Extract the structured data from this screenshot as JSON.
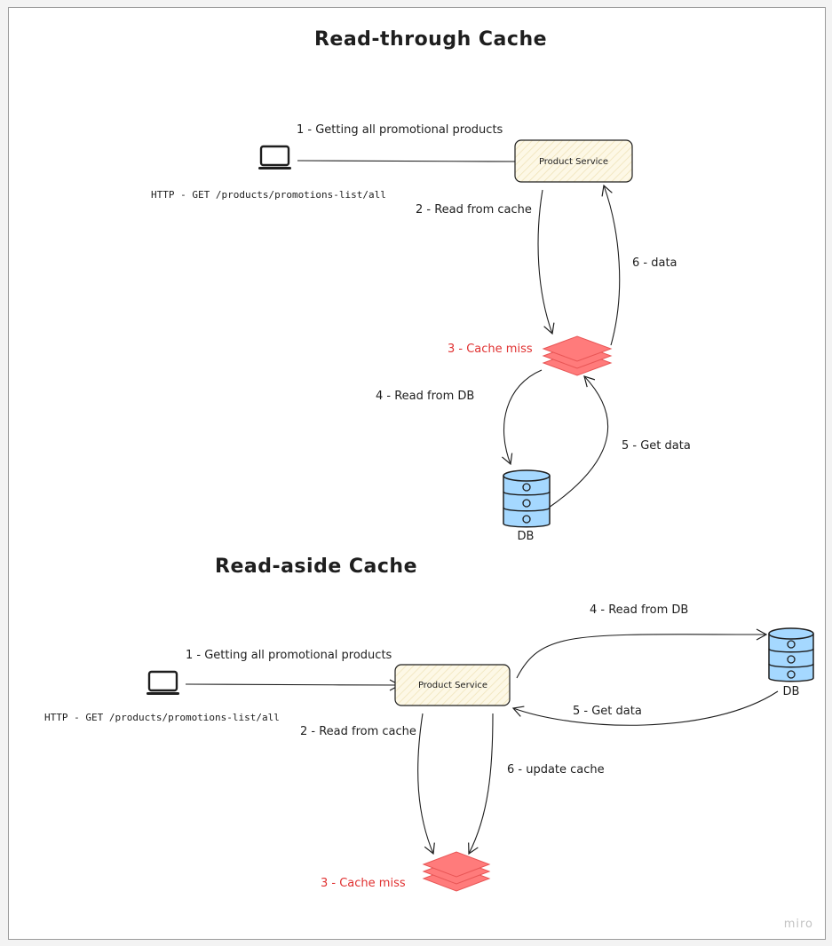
{
  "top": {
    "title": "Read-through Cache",
    "step1": "1 - Getting all promotional products",
    "http": "HTTP - GET  /products/promotions-list/all",
    "service": "Product Service",
    "step2": "2 - Read from cache",
    "step6": "6 - data",
    "step3": "3 - Cache miss",
    "step4": "4 - Read from DB",
    "step5": "5 - Get data",
    "db": "DB"
  },
  "bottom": {
    "title": "Read-aside Cache",
    "step1": "1 - Getting all promotional products",
    "http": "HTTP - GET  /products/promotions-list/all",
    "service": "Product Service",
    "step4": "4 - Read from DB",
    "db": "DB",
    "step5": "5 - Get data",
    "step2": "2 - Read from cache",
    "step6": "6 - update cache",
    "step3": "3 - Cache miss"
  },
  "watermark": "miro",
  "icons": {
    "client": "laptop-icon",
    "cache": "cache-stack-icon",
    "database": "database-icon"
  },
  "colors": {
    "service_fill": "#fdf8e6",
    "cache_fill": "#ff7b7b",
    "db_fill": "#a5d8ff",
    "miss_text": "#e03131",
    "ink": "#1e1e1e"
  }
}
